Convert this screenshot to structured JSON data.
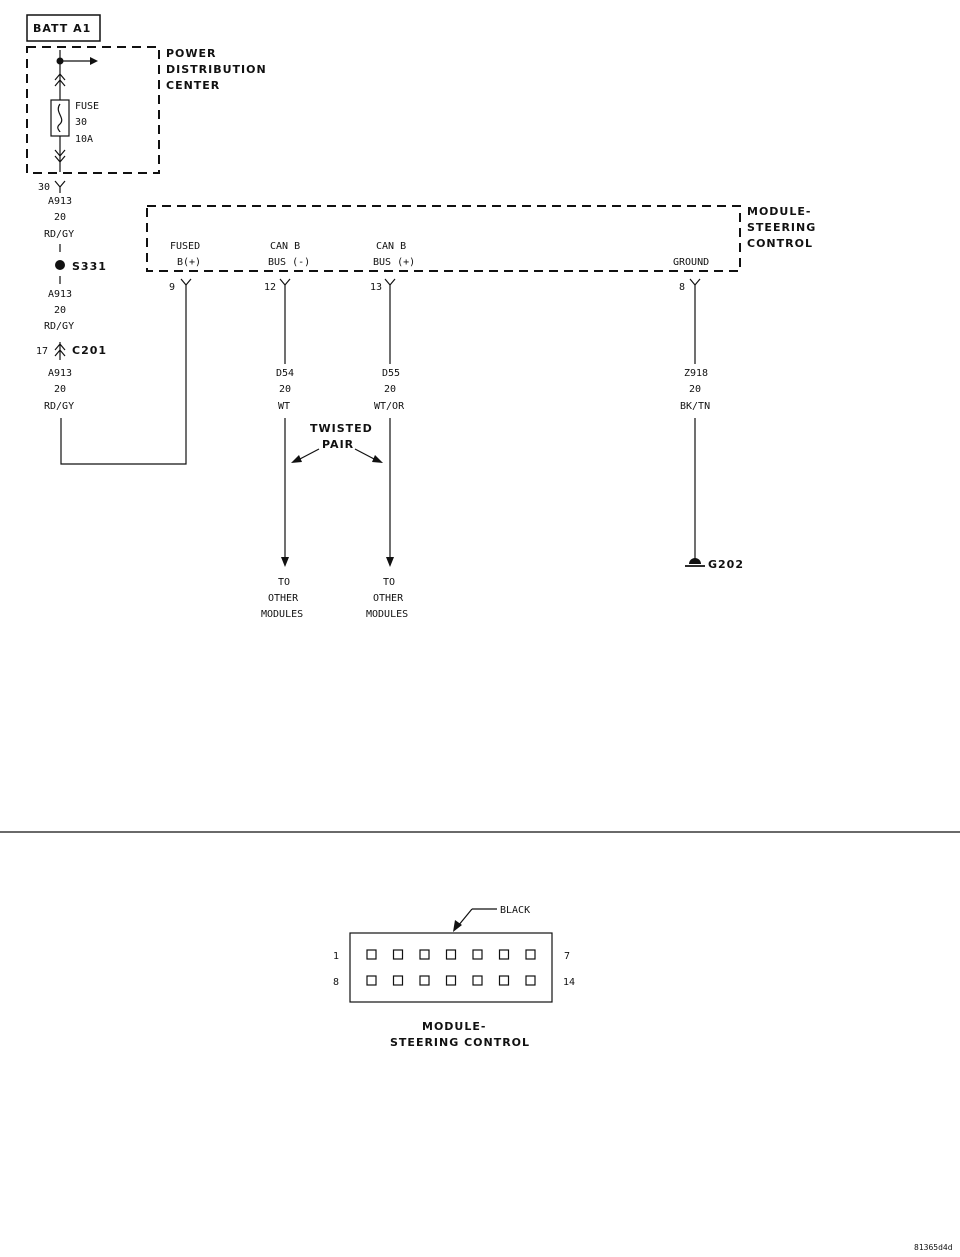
{
  "batt": {
    "label": "BATT A1"
  },
  "pdc": {
    "title": [
      "POWER",
      "DISTRIBUTION",
      "CENTER"
    ],
    "fuse": [
      "FUSE",
      "30",
      "10A"
    ],
    "cavity_out": "30"
  },
  "feed_wire": {
    "circuit": [
      "A913",
      "20",
      "RD/GY"
    ],
    "splice": "S331",
    "circuit_2": [
      "A913",
      "20",
      "RD/GY"
    ],
    "connector": "C201",
    "connector_cavity": "17",
    "circuit_3": [
      "A913",
      "20",
      "RD/GY"
    ]
  },
  "module": {
    "title": [
      "MODULE-",
      "STEERING",
      "CONTROL"
    ],
    "pins": [
      {
        "name": [
          "FUSED",
          "B(+)"
        ],
        "cavity": "9"
      },
      {
        "name": [
          "CAN B",
          "BUS (-)"
        ],
        "cavity": "12",
        "wire": [
          "D54",
          "20",
          "WT"
        ],
        "dest": [
          "TO",
          "OTHER",
          "MODULES"
        ]
      },
      {
        "name": [
          "CAN B",
          "BUS (+)"
        ],
        "cavity": "13",
        "wire": [
          "D55",
          "20",
          "WT/OR"
        ],
        "dest": [
          "TO",
          "OTHER",
          "MODULES"
        ]
      },
      {
        "name": [
          "GROUND"
        ],
        "cavity": "8",
        "wire": [
          "Z918",
          "20",
          "BK/TN"
        ]
      }
    ]
  },
  "twisted_pair": [
    "TWISTED",
    "PAIR"
  ],
  "ground": {
    "label": "G202"
  },
  "connector_view": {
    "color_label": "BLACK",
    "pin_start_top": "1",
    "pin_end_top": "7",
    "pin_start_bottom": "8",
    "pin_end_bottom": "14",
    "title": [
      "MODULE-",
      "STEERING CONTROL"
    ]
  },
  "figure_id": "81365d4d"
}
